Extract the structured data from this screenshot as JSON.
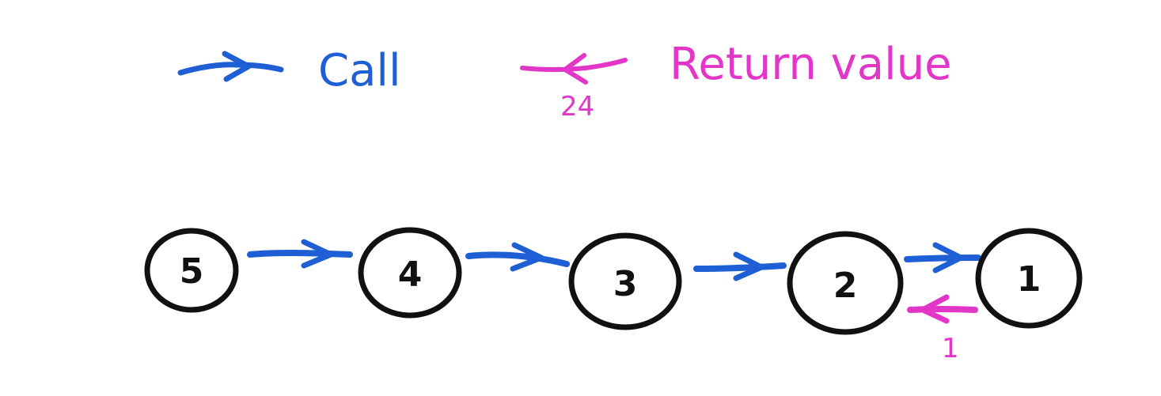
{
  "colors": {
    "call": "#1f5fd6",
    "return": "#e236c8",
    "ink": "#111111",
    "background": "#ffffff"
  },
  "legend": {
    "call_label": "Call",
    "return_label": "Return value",
    "return_example_value": "24"
  },
  "nodes": [
    {
      "label": "5"
    },
    {
      "label": "4"
    },
    {
      "label": "3"
    },
    {
      "label": "2"
    },
    {
      "label": "1"
    }
  ],
  "call_arrows": [
    {
      "from": "5",
      "to": "4"
    },
    {
      "from": "4",
      "to": "3"
    },
    {
      "from": "3",
      "to": "2"
    },
    {
      "from": "2",
      "to": "1"
    }
  ],
  "return_arrows": [
    {
      "from": "1",
      "to": "2",
      "value": "1"
    }
  ]
}
